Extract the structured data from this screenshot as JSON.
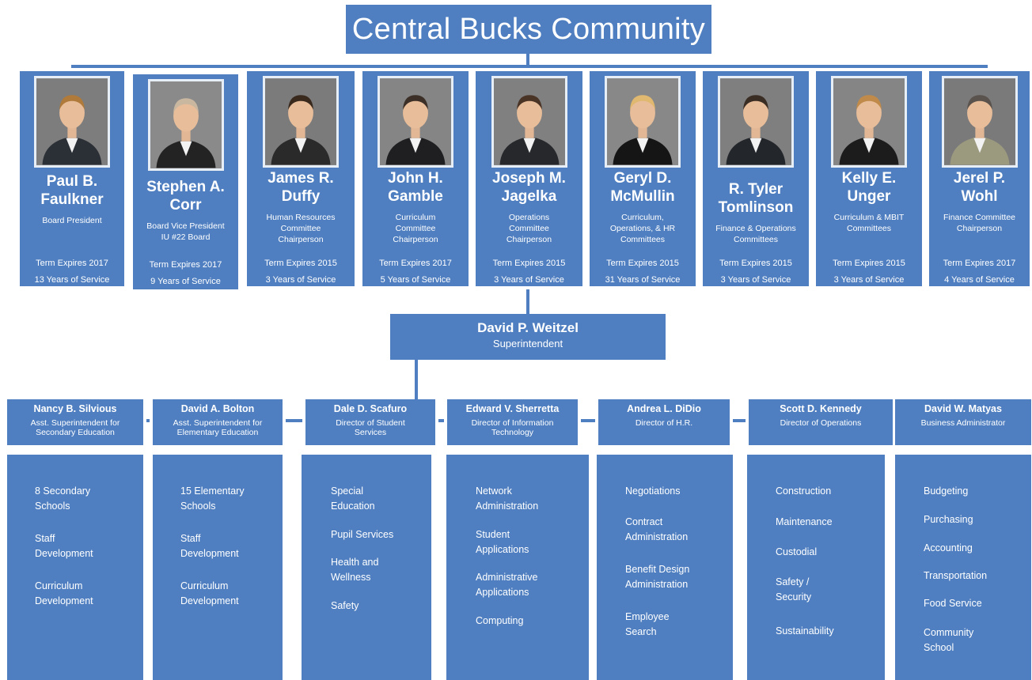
{
  "title": "Central Bucks Community",
  "colors": {
    "accent": "#4f7fc0",
    "text": "#ffffff"
  },
  "board": [
    {
      "name": "Paul B.\nFaulkner",
      "role": "Board President",
      "term": "Term Expires 2017",
      "years": "13 Years of Service"
    },
    {
      "name": "Stephen A.\nCorr",
      "role": "Board Vice President\nIU #22 Board",
      "term": "Term Expires 2017",
      "years": "9 Years of Service"
    },
    {
      "name": "James R.\nDuffy",
      "role": "Human Resources\nCommittee\nChairperson",
      "term": "Term Expires 2015",
      "years": "3 Years of Service"
    },
    {
      "name": "John H.\nGamble",
      "role": "Curriculum\nCommittee\nChairperson",
      "term": "Term Expires 2017",
      "years": "5 Years of Service"
    },
    {
      "name": "Joseph M.\nJagelka",
      "role": "Operations\nCommittee\nChairperson",
      "term": "Term Expires 2015",
      "years": "3 Years of Service"
    },
    {
      "name": "Geryl D.\nMcMullin",
      "role": "Curriculum,\nOperations, & HR\nCommittees",
      "term": "Term Expires 2015",
      "years": "31 Years of Service"
    },
    {
      "name": "R. Tyler\nTomlinson",
      "role": "Finance & Operations\nCommittees",
      "term": "Term Expires 2015",
      "years": "3  Years of Service"
    },
    {
      "name": "Kelly E.\nUnger",
      "role": "Curriculum & MBIT\nCommittees",
      "term": "Term Expires 2015",
      "years": "3  Years of Service"
    },
    {
      "name": "Jerel P.\nWohl",
      "role": "Finance Committee\nChairperson",
      "term": "Term Expires 2017",
      "years": "4 Years of Service"
    }
  ],
  "superintendent": {
    "name": "David P. Weitzel",
    "title": "Superintendent"
  },
  "staff": [
    {
      "name": "Nancy B. Silvious",
      "title": "Asst. Superintendent for\nSecondary Education",
      "duties": [
        "8  Secondary\nSchools",
        "Staff\nDevelopment",
        "Curriculum\nDevelopment"
      ]
    },
    {
      "name": "David A. Bolton",
      "title": "Asst. Superintendent for\nElementary Education",
      "duties": [
        "15 Elementary\nSchools",
        "Staff\nDevelopment",
        "Curriculum\nDevelopment"
      ]
    },
    {
      "name": "Dale D. Scafuro",
      "title": "Director of Student\nServices",
      "duties": [
        "Special\nEducation",
        "Pupil Services",
        "Health and\nWellness",
        "Safety"
      ]
    },
    {
      "name": "Edward V. Sherretta",
      "title": "Director of Information\nTechnology",
      "duties": [
        "Network\nAdministration",
        "Student\nApplications",
        "Administrative\nApplications",
        "Computing"
      ]
    },
    {
      "name": "Andrea L. DiDio",
      "title": "Director of H.R.",
      "duties": [
        "Negotiations",
        "Contract\nAdministration",
        "Benefit  Design\nAdministration",
        "Employee\nSearch"
      ]
    },
    {
      "name": "Scott D. Kennedy",
      "title": "Director of Operations",
      "duties": [
        "Construction",
        "Maintenance",
        "Custodial",
        "Safety /\nSecurity",
        "Sustainability"
      ]
    },
    {
      "name": "David W. Matyas",
      "title": "Business Administrator",
      "duties": [
        "Budgeting",
        "Purchasing",
        "Accounting",
        "Transportation",
        "Food Service",
        "Community\nSchool"
      ]
    }
  ]
}
